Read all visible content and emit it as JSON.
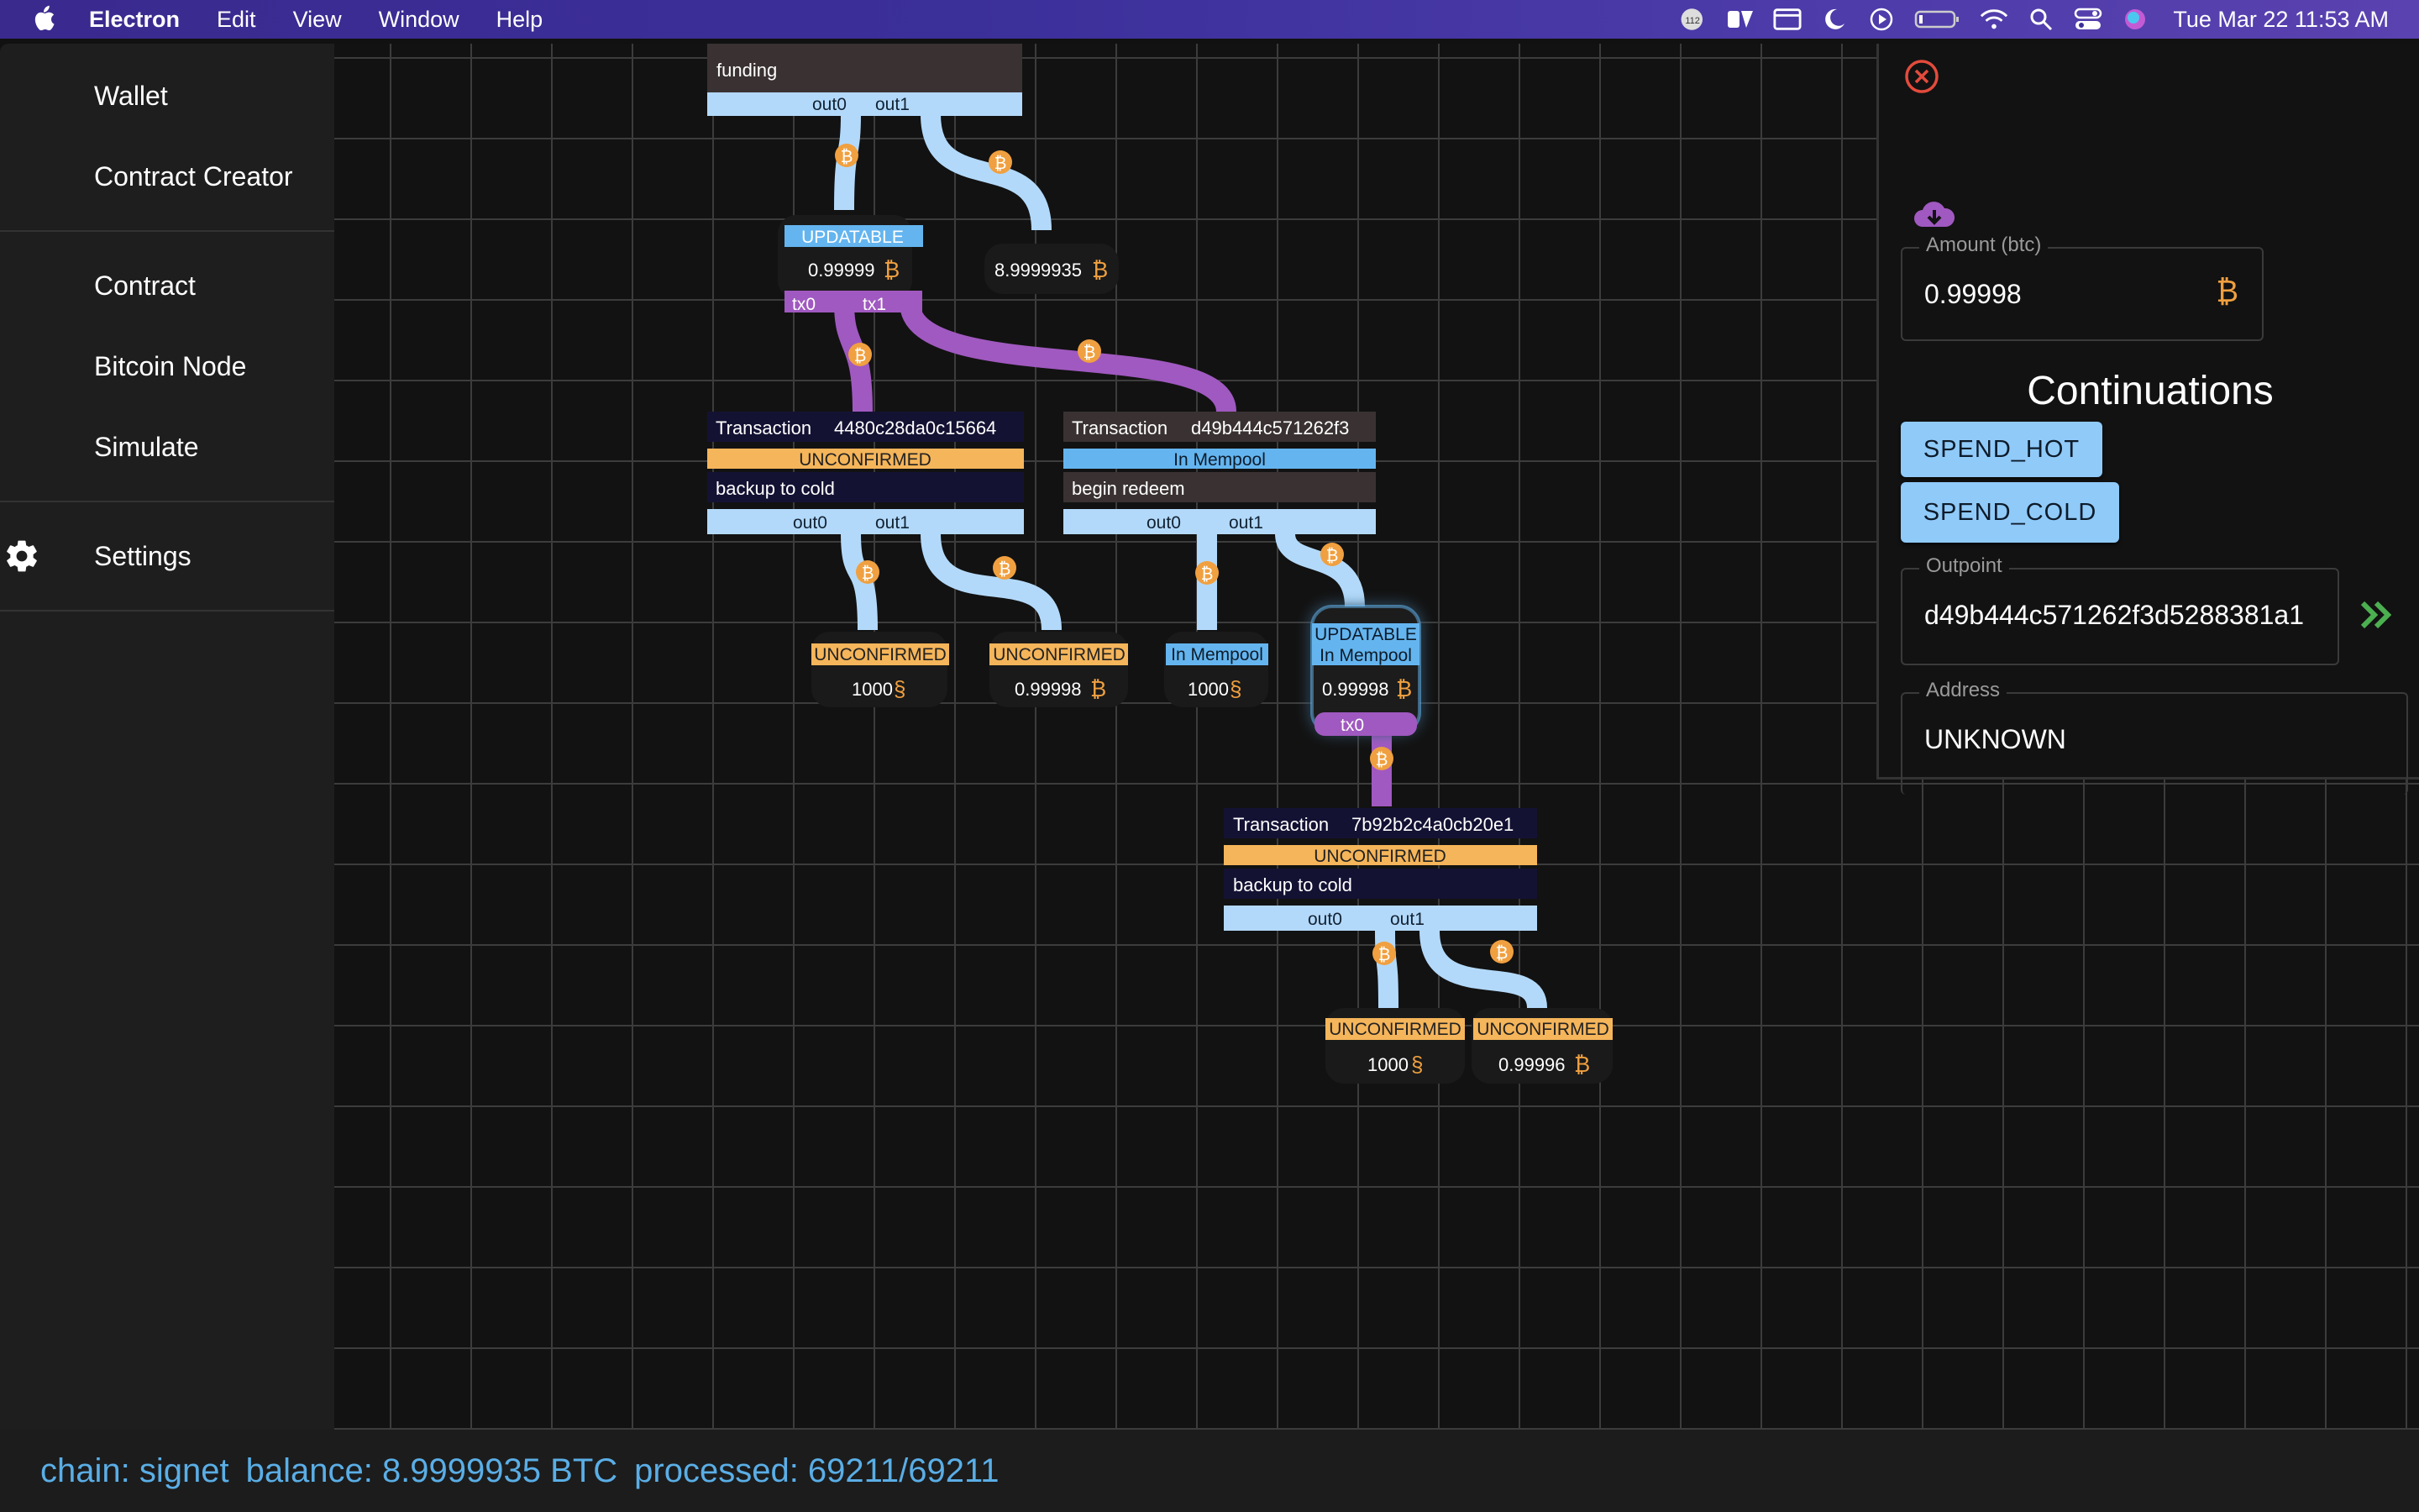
{
  "menubar": {
    "app_name": "Electron",
    "menus": [
      "Edit",
      "View",
      "Window",
      "Help"
    ],
    "badge_count": "112",
    "clock": "Tue Mar 22  11:53 AM"
  },
  "sidebar": {
    "items": [
      {
        "label": "Wallet"
      },
      {
        "label": "Contract Creator"
      },
      {
        "label": "Contract"
      },
      {
        "label": "Bitcoin Node"
      },
      {
        "label": "Simulate"
      },
      {
        "label": "Settings",
        "icon": "gear-icon"
      }
    ]
  },
  "graph": {
    "funding": {
      "label": "funding",
      "outputs": [
        "out0",
        "out1"
      ]
    },
    "coins": [
      {
        "status": "UPDATABLE",
        "amount": "0.99999",
        "unit": "₿",
        "outputs": [
          "tx0",
          "tx1"
        ]
      },
      {
        "amount": "8.9999935",
        "unit": "₿"
      },
      {
        "status": "UNCONFIRMED",
        "amount": "1000",
        "unit": "§"
      },
      {
        "status": "UNCONFIRMED",
        "amount": "0.99998",
        "unit": "₿"
      },
      {
        "status": "In Mempool",
        "amount": "1000",
        "unit": "§"
      },
      {
        "status": "UPDATABLE",
        "status2": "In Mempool",
        "amount": "0.99998",
        "unit": "₿",
        "outputs": [
          "tx0"
        ]
      },
      {
        "status": "UNCONFIRMED",
        "amount": "1000",
        "unit": "§"
      },
      {
        "status": "UNCONFIRMED",
        "amount": "0.99996",
        "unit": "₿"
      }
    ],
    "transactions": [
      {
        "label": "Transaction",
        "txid": "4480c28da0c15664",
        "status": "UNCONFIRMED",
        "description": "backup to cold",
        "outputs": [
          "out0",
          "out1"
        ]
      },
      {
        "label": "Transaction",
        "txid": "d49b444c571262f3",
        "status": "In Mempool",
        "description": "begin redeem",
        "outputs": [
          "out0",
          "out1"
        ]
      },
      {
        "label": "Transaction",
        "txid": "7b92b2c4a0cb20e1",
        "status": "UNCONFIRMED",
        "description": "backup to cold",
        "outputs": [
          "out0",
          "out1"
        ]
      }
    ],
    "colors": {
      "output_bar": "#b3d9fa",
      "purple": "#a059c0",
      "unconfirmed": "#f5b55a",
      "mempool": "#64b5ef",
      "bitcoin": "#f0a040"
    }
  },
  "panel": {
    "amount_label": "Amount (btc)",
    "amount_value": "0.99998",
    "amount_unit": "₿",
    "continuations_title": "Continuations",
    "continuations": [
      "SPEND_HOT",
      "SPEND_COLD"
    ],
    "outpoint_label": "Outpoint",
    "outpoint_value": "d49b444c571262f3d5288381a1",
    "address_label": "Address",
    "address_value": "UNKNOWN"
  },
  "statusbar": {
    "chain": "chain: signet",
    "balance": "balance: 8.9999935 BTC",
    "processed": "processed: 69211/69211"
  }
}
